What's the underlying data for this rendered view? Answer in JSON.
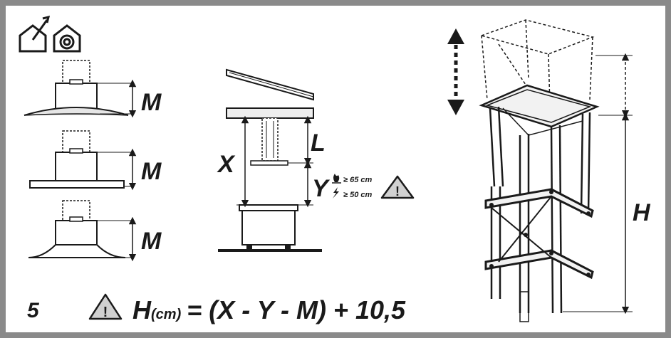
{
  "diagram": {
    "figure_number": "5",
    "formula": {
      "lhs": "H",
      "unit": "(cm)",
      "rhs": "= (X - Y - M) + 10,5"
    },
    "dimension_labels": {
      "m1": "M",
      "m2": "M",
      "m3": "M",
      "x": "X",
      "l": "L",
      "y": "Y",
      "h": "H"
    },
    "clearances": {
      "gas": "≥ 65 cm",
      "electric": "≥ 50 cm"
    },
    "icons": [
      "house-outlet-icon",
      "house-recirculation-icon",
      "warning-icon",
      "gas-flame-icon",
      "electric-icon",
      "double-arrow-icon"
    ],
    "colors": {
      "frame": "#8a8a8a",
      "ink": "#1a1a1a",
      "metal": "#d9d9d9"
    }
  }
}
